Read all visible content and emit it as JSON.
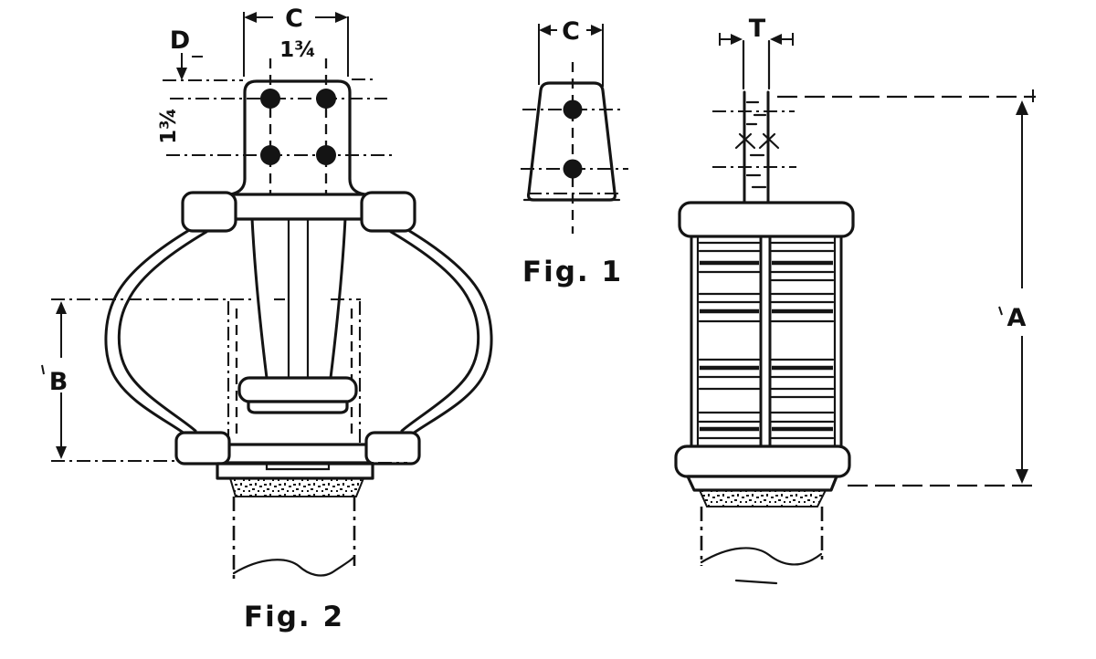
{
  "palette": {
    "ink": "#141414",
    "paper": "#ffffff"
  },
  "fig2": {
    "caption": "Fig. 2",
    "labels": {
      "c": "C",
      "d": "D",
      "bolt_spacing_horizontal": "1¾",
      "bolt_spacing_vertical": "1¾",
      "b": "B"
    }
  },
  "fig1": {
    "caption": "Fig. 1",
    "labels": {
      "c": "C"
    }
  },
  "side_view": {
    "labels": {
      "t": "T",
      "a": "A"
    }
  }
}
